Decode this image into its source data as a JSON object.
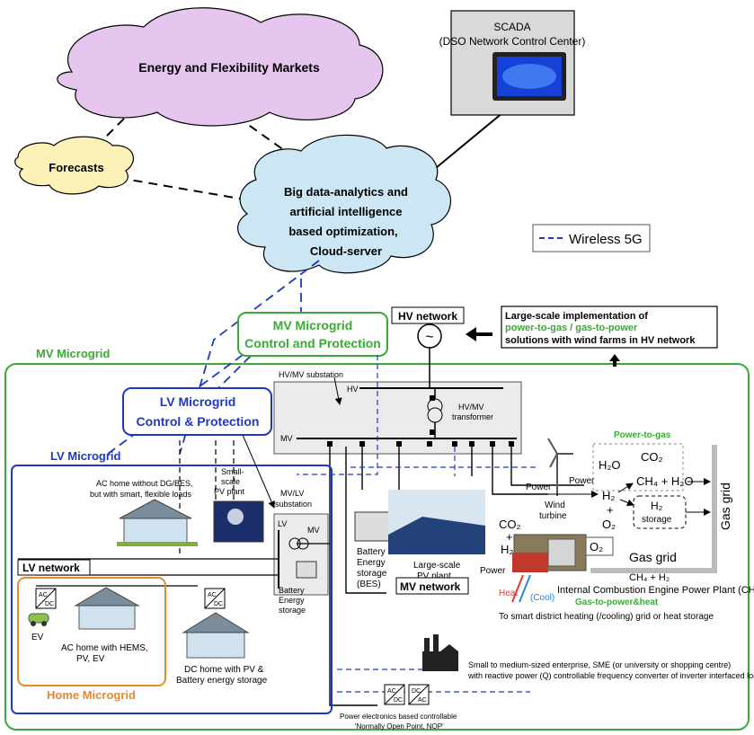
{
  "clouds": {
    "markets": "Energy and Flexibility Markets",
    "forecasts": "Forecasts",
    "bigdata_lines": [
      "Big data-analytics and",
      "artificial intelligence",
      "based optimization,",
      "Cloud-server"
    ]
  },
  "scada": {
    "line1": "SCADA",
    "line2": "(DSO Network Control Center)"
  },
  "legend": {
    "wireless": "Wireless 5G"
  },
  "mv_control": {
    "line1": "MV Microgrid",
    "line2": "Control and Protection"
  },
  "lv_control": {
    "line1": "LV Microgrid",
    "line2": "Control & Protection"
  },
  "hv_network": "HV network",
  "large_scale": {
    "line1": "Large-scale implementation of",
    "line2": "power-to-gas / gas-to-power",
    "line3": "solutions with wind farms in HV network"
  },
  "labels": {
    "mv_microgrid": "MV Microgrid",
    "lv_microgrid": "LV Microgrid",
    "home_microgrid": "Home Microgrid",
    "hvmv_substation": "HV/MV substation",
    "hv": "HV",
    "mv": "MV",
    "lv": "LV",
    "hvmv_transformer": [
      "HV/MV",
      "transformer"
    ],
    "mvlv_substation": [
      "MV/LV",
      "substation"
    ],
    "small_pv": [
      "Small-",
      "scale",
      "PV plant"
    ],
    "ac_home_top": [
      "AC home without DG/BES,",
      "but with smart, flexible loads"
    ],
    "lv_network": "LV network",
    "ev": "EV",
    "ac_home_hems": [
      "AC home with HEMS,",
      "PV, EV"
    ],
    "dc_home": [
      "DC home with PV &",
      "Battery energy storage"
    ],
    "battery_storage": [
      "Battery",
      "Energy",
      "storage"
    ],
    "bes": [
      "Battery",
      "Energy",
      "storage",
      "(BES)"
    ],
    "large_pv": [
      "Large-scale",
      "PV plant"
    ],
    "mv_network": "MV network",
    "power": "Power",
    "wind_turbine": [
      "Wind",
      "turbine"
    ],
    "power_to_gas": "Power-to-gas",
    "storage": "storage",
    "gas_grid_v": "Gas grid",
    "gas_grid": "Gas grid",
    "heat": "Heat",
    "cool": "(Cool)",
    "chp": "Internal Combustion Engine Power Plant (CHP)",
    "gas_to_power": "Gas-to-power&heat",
    "district": "To smart district heating (/cooling) grid or heat storage",
    "sme": [
      "Small to medium-sized enterprise, SME (or university or shopping centre)",
      "with reactive power (Q) controllable frequency converter of inverter interfaced loads"
    ],
    "nop": [
      "Power electronics based controllable",
      "'Normally Open Point, NOP'"
    ],
    "ac": "AC",
    "dc": "DC"
  },
  "colors": {
    "markets": "#e6c6ee",
    "forecasts": "#fcf2b8",
    "bigdata": "#cce6f3",
    "green": "#3ba936",
    "blue": "#1f37c7",
    "orange": "#e8892e",
    "dash": "#1f37c7"
  }
}
